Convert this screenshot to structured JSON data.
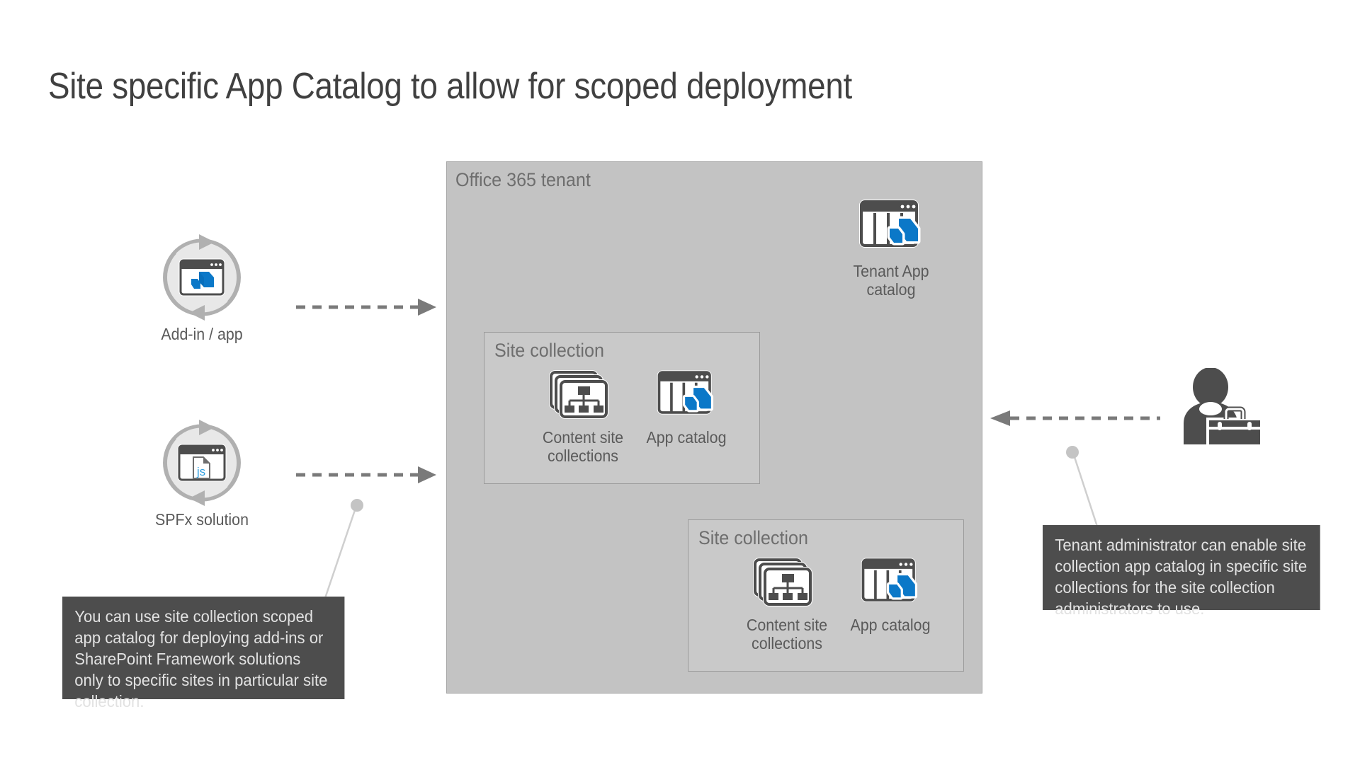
{
  "slide": {
    "title": "Site specific App Catalog to allow for scoped deployment",
    "background": "#ffffff"
  },
  "colors": {
    "tenant_fill": "#c3c3c3",
    "tenant_border": "#a6a6a6",
    "site_collection_fill": "#c9c9c9",
    "site_collection_border": "#9a9a9a",
    "accent_blue": "#0b78c8",
    "accent_blue_dark": "#005a9e",
    "icon_dark": "#4d4d4d",
    "text_gray": "#5a5a5a",
    "callout_fill": "#4d4d4d",
    "callout_text": "#e2e2e2",
    "connector_gray": "#7a7a7a",
    "leader_gray": "#c9c9c9"
  },
  "tenant": {
    "label": "Office 365 tenant",
    "tenant_app_catalog": {
      "caption": "Tenant App\ncatalog",
      "icon": "app-catalog-icon"
    },
    "site_collections": [
      {
        "label": "Site collection",
        "nodes": [
          {
            "caption": "Content site\ncollections",
            "icon": "content-site-collections-icon"
          },
          {
            "caption": "App catalog",
            "icon": "app-catalog-icon"
          }
        ]
      },
      {
        "label": "Site collection",
        "nodes": [
          {
            "caption": "Content site\ncollections",
            "icon": "content-site-collections-icon"
          },
          {
            "caption": "App catalog",
            "icon": "app-catalog-icon"
          }
        ]
      }
    ]
  },
  "sources": [
    {
      "caption": "Add-in / app",
      "icon": "add-in-package-icon"
    },
    {
      "caption": "SPFx solution",
      "icon": "spfx-js-file-icon"
    }
  ],
  "actor": {
    "icon": "administrator-toolbox-icon",
    "callout": "Tenant administrator can enable site collection app catalog in specific site collections for the site collection administrators to use."
  },
  "callouts": {
    "left": "You can use site collection scoped app catalog for deploying add-ins or SharePoint Framework solutions only to specific sites in particular site collection.",
    "right": "Tenant administrator can enable site collection app catalog in specific site collections for the site collection administrators to use."
  },
  "connectors": [
    {
      "name": "addin-to-tenant",
      "direction": "right",
      "style": "dashed"
    },
    {
      "name": "spfx-to-tenant",
      "direction": "right",
      "style": "dashed"
    },
    {
      "name": "admin-to-tenant",
      "direction": "left",
      "style": "dashed"
    }
  ]
}
